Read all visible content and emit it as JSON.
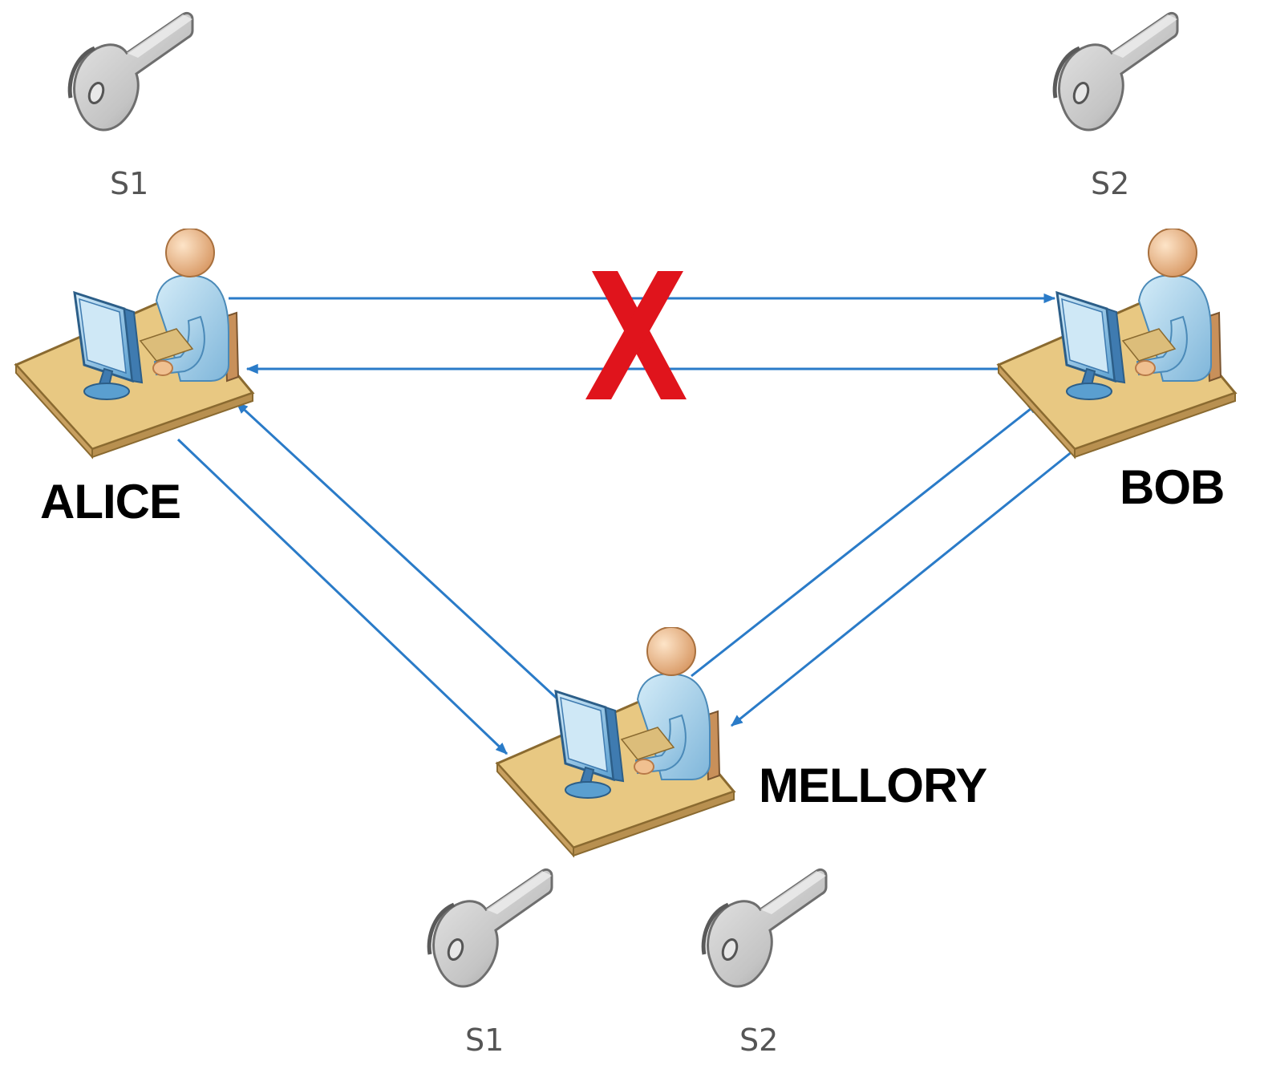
{
  "keys": [
    {
      "id": "alice-key",
      "label": "S1"
    },
    {
      "id": "bob-key",
      "label": "S2"
    },
    {
      "id": "mellory-key-1",
      "label": "S1"
    },
    {
      "id": "mellory-key-2",
      "label": "S2"
    }
  ],
  "people": {
    "alice": {
      "label": "ALICE"
    },
    "bob": {
      "label": "BOB"
    },
    "mellory": {
      "label": "MELLORY"
    }
  },
  "colors": {
    "arrow": "#2a7bc8",
    "blocked_mark": "#e0141c",
    "desk": "#e8c882",
    "person_body": "#a8d2ea",
    "person_head": "#f0c090",
    "key": "#bdbdbd"
  },
  "icons": {
    "key": "key-icon",
    "workstation": "person-at-computer-icon",
    "blocked": "cross-mark-icon"
  }
}
